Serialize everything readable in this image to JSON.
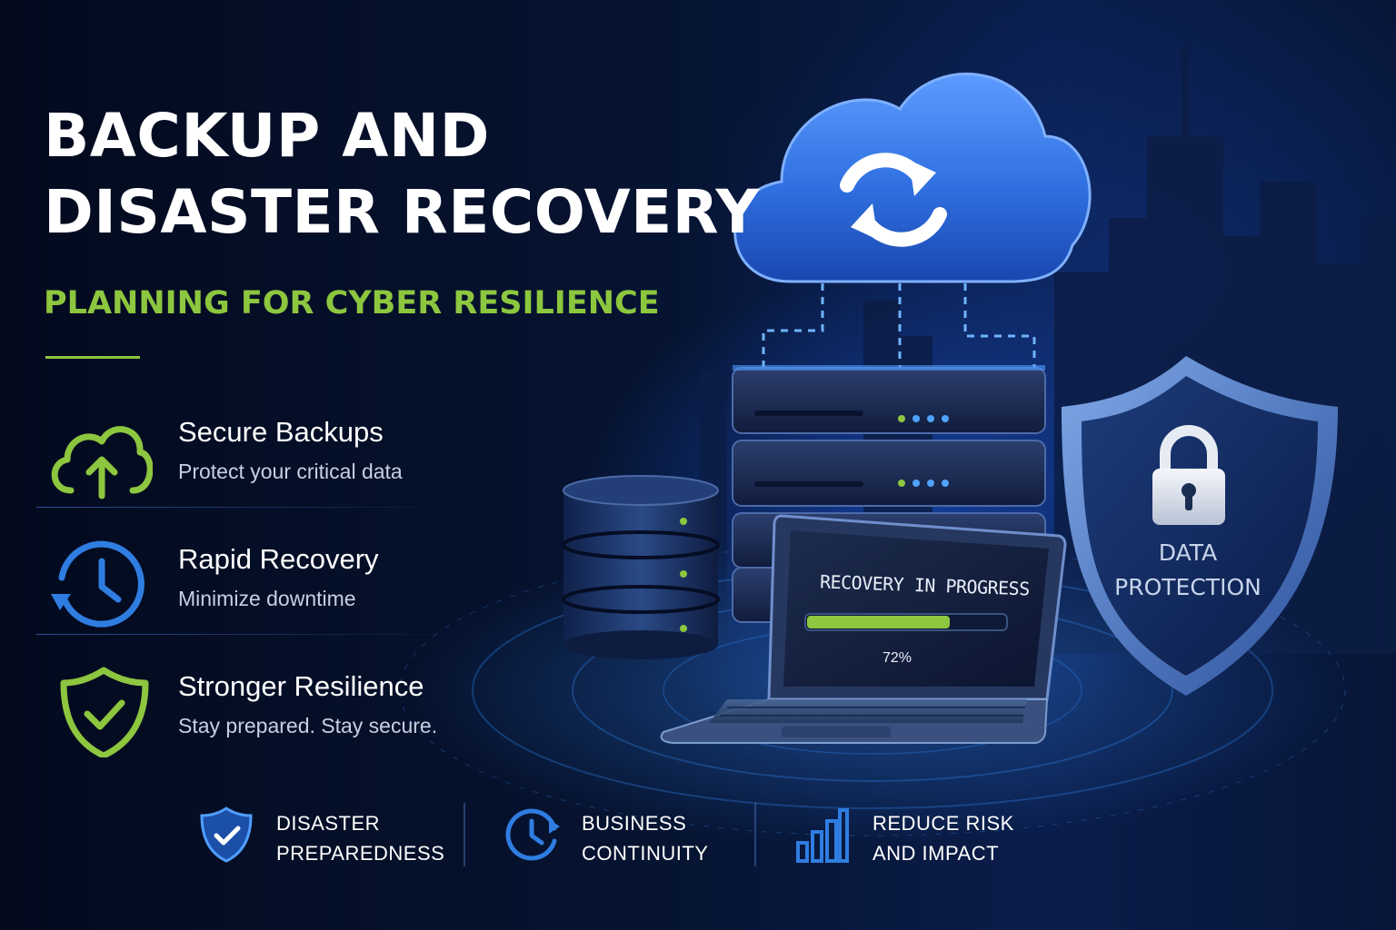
{
  "hero": {
    "title_line1": "BACKUP AND",
    "title_line2": "DISASTER RECOVERY",
    "subtitle": "PLANNING FOR CYBER RESILIENCE"
  },
  "features": [
    {
      "title": "Secure Backups",
      "subtitle": "Protect your critical data",
      "icon": "cloud-upload-icon"
    },
    {
      "title": "Rapid Recovery",
      "subtitle": "Minimize downtime",
      "icon": "clock-history-icon"
    },
    {
      "title": "Stronger Resilience",
      "subtitle": "Stay prepared. Stay secure.",
      "icon": "shield-check-icon"
    }
  ],
  "bottom_items": [
    {
      "line1": "DISASTER",
      "line2": "PREPAREDNESS",
      "icon": "shield-check-icon"
    },
    {
      "line1": "BUSINESS",
      "line2": "CONTINUITY",
      "icon": "clock-icon"
    },
    {
      "line1": "REDUCE RISK",
      "line2": "AND IMPACT",
      "icon": "bar-chart-icon"
    }
  ],
  "illustration": {
    "laptop_title": "RECOVERY IN PROGRESS",
    "progress_percent": "72%",
    "progress_fraction": 0.72,
    "shield_line1": "DATA",
    "shield_line2": "PROTECTION"
  },
  "colors": {
    "background": "#050d24",
    "accent_green": "#8dc63f",
    "accent_blue": "#2f7de1",
    "cloud_blue": "#3f7fe8"
  }
}
